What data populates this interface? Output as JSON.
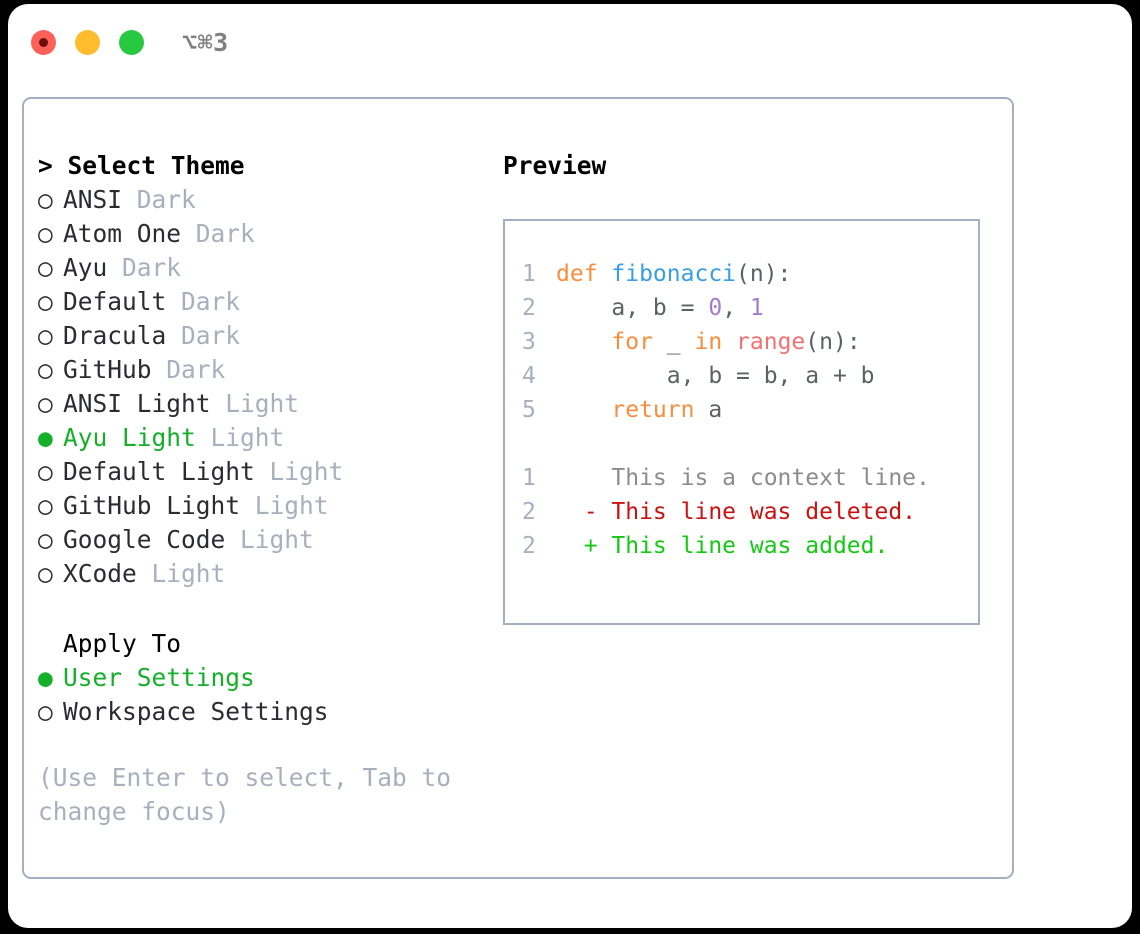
{
  "titlebar": {
    "shortcut": "⌥⌘3",
    "lights": [
      {
        "name": "close",
        "color": "#ff6159"
      },
      {
        "name": "minimize",
        "color": "#ffbd2e"
      },
      {
        "name": "maximize",
        "color": "#28c840"
      }
    ]
  },
  "theme_picker": {
    "heading": "> Select Theme",
    "marker_selected": "●",
    "marker_unselected": "○",
    "options": [
      {
        "label": "ANSI",
        "tag": "Dark",
        "selected": false
      },
      {
        "label": "Atom One",
        "tag": "Dark",
        "selected": false
      },
      {
        "label": "Ayu",
        "tag": "Dark",
        "selected": false
      },
      {
        "label": "Default",
        "tag": "Dark",
        "selected": false
      },
      {
        "label": "Dracula",
        "tag": "Dark",
        "selected": false
      },
      {
        "label": "GitHub",
        "tag": "Dark",
        "selected": false
      },
      {
        "label": "ANSI Light",
        "tag": "Light",
        "selected": false
      },
      {
        "label": "Ayu Light",
        "tag": "Light",
        "selected": true
      },
      {
        "label": "Default Light",
        "tag": "Light",
        "selected": false
      },
      {
        "label": "GitHub Light",
        "tag": "Light",
        "selected": false
      },
      {
        "label": "Google Code",
        "tag": "Light",
        "selected": false
      },
      {
        "label": "XCode",
        "tag": "Light",
        "selected": false
      }
    ]
  },
  "apply_to": {
    "heading": "Apply To",
    "options": [
      {
        "label": "User Settings",
        "selected": true
      },
      {
        "label": "Workspace Settings",
        "selected": false
      }
    ]
  },
  "hint": "(Use Enter to select, Tab to change focus)",
  "preview": {
    "title": "Preview",
    "code_lines": [
      {
        "number": "1",
        "tokens": [
          {
            "text": "def ",
            "type": "kw"
          },
          {
            "text": "fibonacci",
            "type": "fn"
          },
          {
            "text": "(n):",
            "type": "pun"
          }
        ]
      },
      {
        "number": "2",
        "tokens": [
          {
            "text": "    a, b = ",
            "type": "var"
          },
          {
            "text": "0",
            "type": "num"
          },
          {
            "text": ", ",
            "type": "pun"
          },
          {
            "text": "1",
            "type": "num"
          }
        ]
      },
      {
        "number": "3",
        "tokens": [
          {
            "text": "    ",
            "type": "var"
          },
          {
            "text": "for",
            "type": "kw"
          },
          {
            "text": " _ ",
            "type": "var"
          },
          {
            "text": "in",
            "type": "kw"
          },
          {
            "text": " ",
            "type": "var"
          },
          {
            "text": "range",
            "type": "call"
          },
          {
            "text": "(n):",
            "type": "pun"
          }
        ]
      },
      {
        "number": "4",
        "tokens": [
          {
            "text": "        a, b = b, a + b",
            "type": "var"
          }
        ]
      },
      {
        "number": "5",
        "tokens": [
          {
            "text": "    ",
            "type": "var"
          },
          {
            "text": "return",
            "type": "kw"
          },
          {
            "text": " a",
            "type": "var"
          }
        ]
      }
    ],
    "diff_lines": [
      {
        "number": "1",
        "sign": "  ",
        "text": "This is a context line.",
        "kind": "ctx"
      },
      {
        "number": "2",
        "sign": "- ",
        "text": "This line was deleted.",
        "kind": "del"
      },
      {
        "number": "2",
        "sign": "+ ",
        "text": "This line was added.",
        "kind": "add"
      }
    ]
  },
  "colors": {
    "accent_selected": "#15b02a",
    "muted": "#a7b0bd",
    "border": "#a4afc0",
    "keyword": "#fa8d3e",
    "function": "#399ee6",
    "number": "#a37acc",
    "call": "#f07171",
    "diff_delete": "#cc1111",
    "diff_add": "#14c914"
  }
}
